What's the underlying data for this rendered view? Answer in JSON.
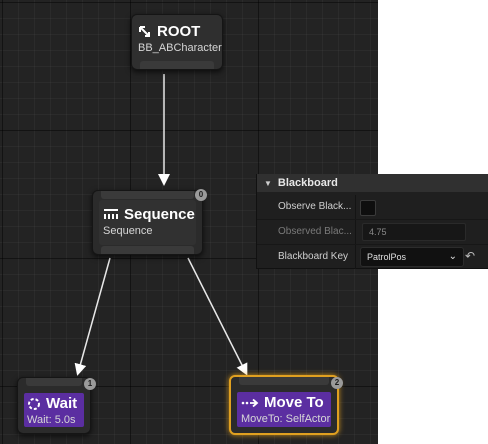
{
  "graph": {
    "root": {
      "title": "ROOT",
      "subtitle": "BB_ABCharacter"
    },
    "sequence": {
      "title": "Sequence",
      "subtitle": "Sequence",
      "badge": "0"
    },
    "wait": {
      "title": "Wait",
      "subtitle": "Wait: 5.0s",
      "badge": "1"
    },
    "move_to": {
      "title": "Move To",
      "subtitle": "MoveTo: SelfActor",
      "badge": "2"
    }
  },
  "details": {
    "section_title": "Blackboard",
    "rows": [
      {
        "label": "Observe Black..."
      },
      {
        "label": "Observed Blac...",
        "value": "4.75"
      },
      {
        "label": "Blackboard Key",
        "value": "PatrolPos"
      }
    ]
  },
  "colors": {
    "task_fill": "#5b2ea1",
    "selected_outline": "#e0a020",
    "graph_background": "#232323"
  },
  "icons": {
    "root": "root-arrow-icon",
    "sequence": "sequence-icon",
    "wait": "wait-spinner-icon",
    "move_to": "move-arrow-icon",
    "collapse": "triangle-down-icon",
    "dropdown": "chevron-down-icon",
    "reset": "reset-arrow-icon"
  }
}
